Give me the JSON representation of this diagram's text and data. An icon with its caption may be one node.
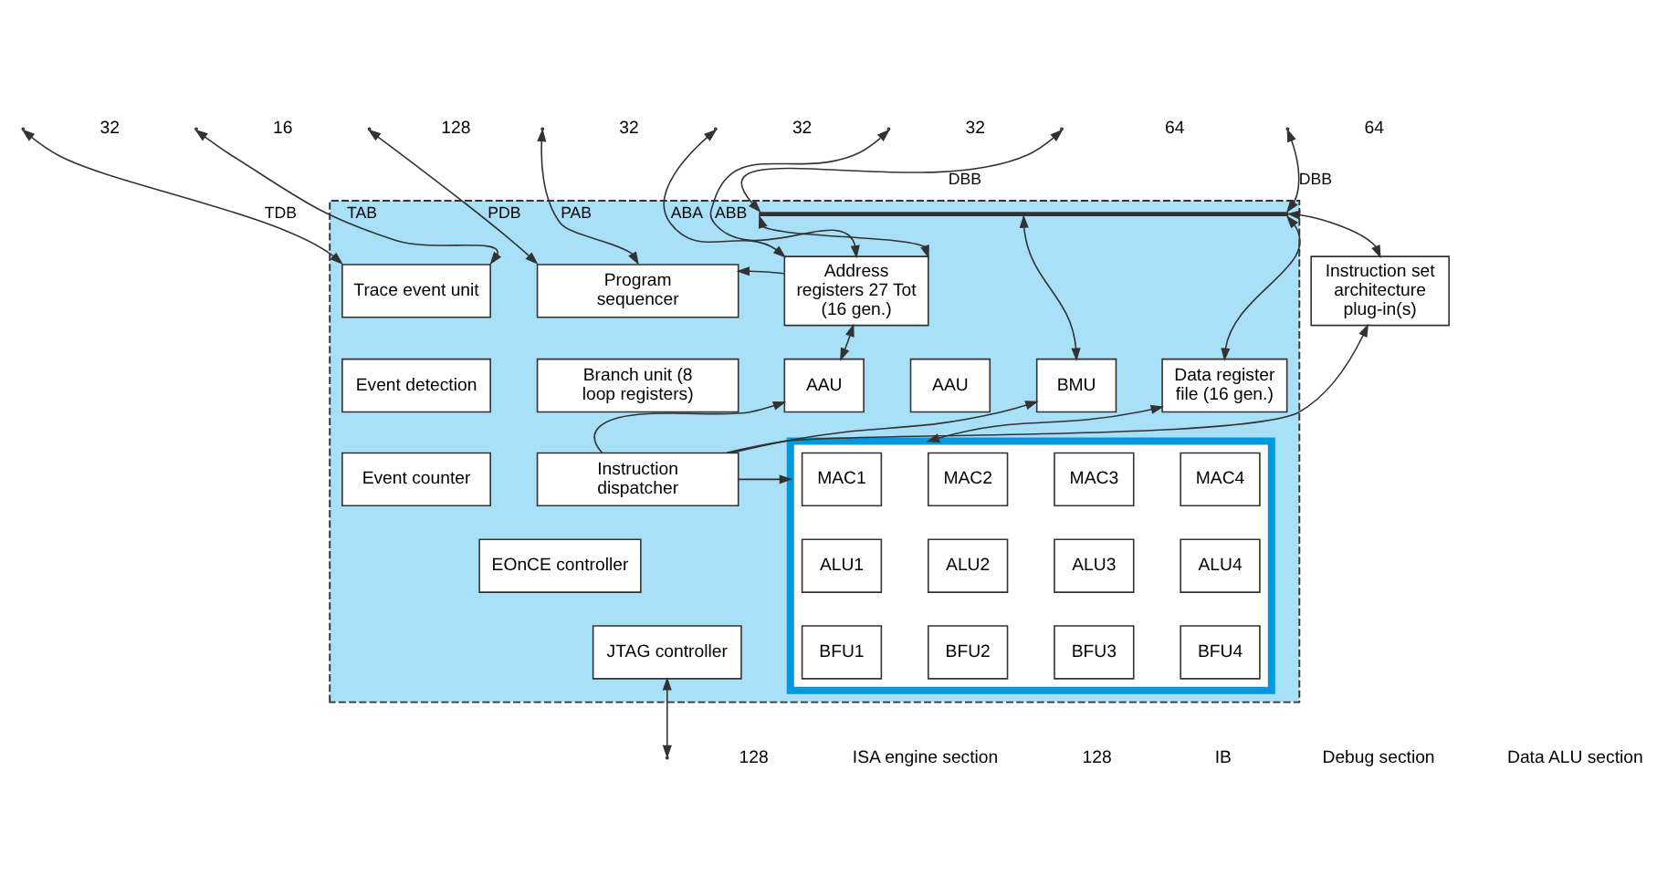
{
  "diagram": {
    "nodes": [
      {
        "text": [],
        "shape": "box"
      },
      {
        "text": [
          "Trace event unit"
        ],
        "in": 0
      },
      {
        "text": [
          "Event detection"
        ],
        "in": 0
      },
      {
        "text": [
          "Event counter"
        ],
        "in": 0
      },
      {
        "text": [
          "EOnCE controller"
        ],
        "in": 0
      },
      {
        "text": [
          "JTAG controller"
        ],
        "in": 0
      },
      {
        "text": [
          "Program sequencer"
        ],
        "in": 0
      },
      {
        "text": [
          "Branch unit (8 loop registers)"
        ],
        "in": 0
      },
      {
        "text": [
          "Instruction dispatcher"
        ],
        "in": 0
      },
      {
        "text": [
          "Address registers 27 Tot (16 gen.)"
        ],
        "in": 0
      },
      {
        "text": [
          "AAU"
        ],
        "in": 0
      },
      {
        "text": [
          "AAU"
        ],
        "in": 0
      },
      {
        "text": [
          "BMU"
        ],
        "in": 0
      },
      {
        "text": [
          "Data register file (16 gen.)"
        ],
        "in": 0
      },
      {
        "text": [],
        "shape": "box",
        "in": 0
      },
      {
        "text": [
          "MAC1"
        ],
        "in": 14
      },
      {
        "text": [
          "MAC2"
        ],
        "in": 14
      },
      {
        "text": [
          "MAC3"
        ],
        "in": 14
      },
      {
        "text": [
          "MAC4"
        ],
        "in": 14
      },
      {
        "text": [
          "ALU1"
        ],
        "in": 14
      },
      {
        "text": [
          "ALU2"
        ],
        "in": 14
      },
      {
        "text": [
          "ALU3"
        ],
        "in": 14
      },
      {
        "text": [
          "ALU4"
        ],
        "in": 14
      },
      {
        "text": [
          "BFU1"
        ],
        "in": 14
      },
      {
        "text": [
          "BFU2"
        ],
        "in": 14
      },
      {
        "text": [
          "BFU3"
        ],
        "in": 14
      },
      {
        "text": [
          "BFU4"
        ],
        "in": 14
      },
      {
        "text": [
          "Instruction set architecture plug-in(s)"
        ]
      },
      {
        "text": [],
        "shape": "bar",
        "in": 0
      }
    ],
    "edges": [
      {
        "from": null,
        "to": 1,
        "arrow": "both",
        "label": "TDB"
      },
      {
        "from": null,
        "to": 1,
        "arrow": "both",
        "label": "TAB"
      },
      {
        "from": null,
        "to": 6,
        "arrow": "both",
        "label": "PDB"
      },
      {
        "from": null,
        "to": 6,
        "arrow": "both",
        "label": "PAB"
      },
      {
        "from": null,
        "to": 9,
        "arrow": "both",
        "label": "ABA"
      },
      {
        "from": null,
        "to": 9,
        "arrow": "both",
        "label": "ABB"
      },
      {
        "from": null,
        "to": 28,
        "arrow": "both",
        "label": "DBB"
      },
      {
        "from": null,
        "to": 28,
        "arrow": "both",
        "label": "DBB"
      },
      {
        "from": 9,
        "to": 6,
        "arrow": "to"
      },
      {
        "from": 28,
        "to": 9,
        "arrow": "both"
      },
      {
        "from": 28,
        "to": 12,
        "arrow": "both"
      },
      {
        "from": 28,
        "to": 13,
        "arrow": "both"
      },
      {
        "from": 28,
        "to": 27,
        "arrow": "both"
      },
      {
        "from": 10,
        "to": 9,
        "arrow": "both"
      },
      {
        "from": 13,
        "to": 14,
        "arrow": "both"
      },
      {
        "from": 8,
        "to": 10,
        "arrow": "to"
      },
      {
        "from": 8,
        "to": 12,
        "arrow": "to"
      },
      {
        "from": 8,
        "to": 14,
        "arrow": "to"
      },
      {
        "from": 8,
        "to": 27,
        "arrow": "to"
      },
      {
        "from": 5,
        "to": null,
        "arrow": "both"
      }
    ],
    "labels": [
      "32",
      "16",
      "128",
      "32",
      "32",
      "32",
      "64",
      "64",
      "128",
      "ISA engine section",
      "128",
      "IB",
      "Debug section",
      "Data ALU section"
    ]
  }
}
